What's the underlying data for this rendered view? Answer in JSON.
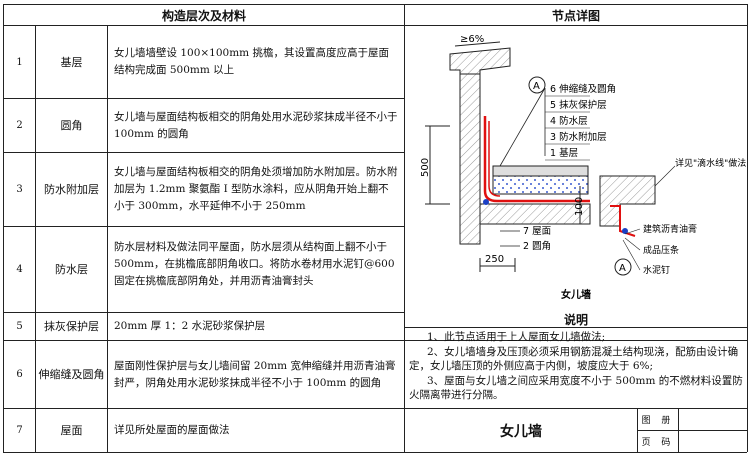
{
  "table": {
    "header_left": "构造层次及材料",
    "header_right": "节点详图",
    "rows": [
      {
        "no": "1",
        "name": "基层",
        "desc": "女儿墙墙壁设 100×100mm 挑檐，其设置高度应高于屋面结构完成面 500mm 以上"
      },
      {
        "no": "2",
        "name": "圆角",
        "desc": "女儿墙与屋面结构板相交的阴角处用水泥砂浆抹成半径不小于 100mm 的圆角"
      },
      {
        "no": "3",
        "name": "防水附加层",
        "desc": "女儿墙与屋面结构板相交的阴角处须增加防水附加层。防水附加层为 1.2mm 聚氨酯 I 型防水涂料，应从阴角开始上翻不小于 300mm，水平延伸不小于 250mm"
      },
      {
        "no": "4",
        "name": "防水层",
        "desc": "防水层材料及做法同平屋面，防水层须从结构面上翻不小于500mm，在挑檐底部阴角收口。将防水卷材用水泥钉@600固定在挑檐底部阴角处，并用沥青油膏封头"
      },
      {
        "no": "5",
        "name": "抹灰保护层",
        "desc": "20mm 厚 1：2 水泥砂浆保护层"
      },
      {
        "no": "6",
        "name": "伸缩缝及圆角",
        "desc": "屋面刚性保护层与女儿墙间留 20mm 宽伸缩缝并用沥青油膏封严，阴角处用水泥砂浆抹成半径不小于 100mm 的圆角"
      },
      {
        "no": "7",
        "name": "屋面",
        "desc": "详见所处屋面的屋面做法"
      }
    ]
  },
  "detail": {
    "caption": "女儿墙",
    "slope": "≥6%",
    "dim_500": "500",
    "dim_100": "100",
    "dim_250": "250",
    "layer_labels": [
      "6 伸缩缝及圆角",
      "5 抹灰保护层",
      "4 防水层",
      "3 防水附加层",
      "1 基层"
    ],
    "label_7": "7 屋面",
    "label_2": "2 圆角",
    "circle_a": "A",
    "callout_drip": "详见\"滴水线\"做法",
    "callout_a": "A",
    "callout_asphalt": "建筑沥青油膏",
    "callout_roll": "成品压条",
    "callout_nail": "水泥钉"
  },
  "notes": {
    "title": "说明",
    "lines": [
      "1、此节点适用于上人屋面女儿墙做法;",
      "2、女儿墙墙身及压顶必须采用钢筋混凝土结构现浇，配筋由设计确定，女儿墙压顶的外侧应高于内侧，坡度应大于 6%;",
      "3、屋面与女儿墙之间应采用宽度不小于 500mm 的不燃材料设置防火隔离带进行分隔。"
    ]
  },
  "titleblock": {
    "name": "女儿墙",
    "sheet_label": "图 册",
    "page_label": "页 码"
  },
  "colors": {
    "red": "#e01010",
    "blue": "#1a3fc4",
    "hatch": "#9a9a9a"
  }
}
